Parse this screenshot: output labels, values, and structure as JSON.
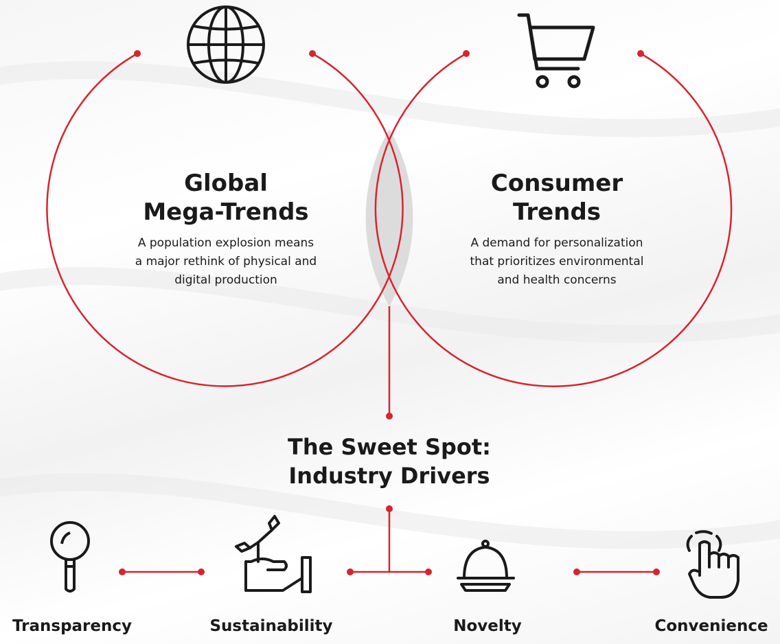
{
  "venn": {
    "left": {
      "icon": "globe-icon",
      "title_line1": "Global",
      "title_line2": "Mega-Trends",
      "desc_line1": "A population explosion means",
      "desc_line2": "a major rethink of physical and",
      "desc_line3": "digital production"
    },
    "right": {
      "icon": "shopping-cart-icon",
      "title_line1": "Consumer",
      "title_line2": "Trends",
      "desc_line1": "A demand for personalization",
      "desc_line2": "that prioritizes environmental",
      "desc_line3": "and health concerns"
    }
  },
  "sweet_spot": {
    "line1": "The Sweet Spot:",
    "line2": "Industry Drivers"
  },
  "drivers": [
    {
      "label": "Transparency",
      "icon": "magnifying-glass-icon"
    },
    {
      "label": "Sustainability",
      "icon": "hand-with-sprout-icon"
    },
    {
      "label": "Novelty",
      "icon": "food-cloche-icon"
    },
    {
      "label": "Convenience",
      "icon": "tap-hand-icon"
    }
  ],
  "colors": {
    "accent": "#d9232e",
    "text": "#1a1a1a",
    "overlap_fill": "#dcdcdc",
    "background": "#f7f7f7"
  }
}
